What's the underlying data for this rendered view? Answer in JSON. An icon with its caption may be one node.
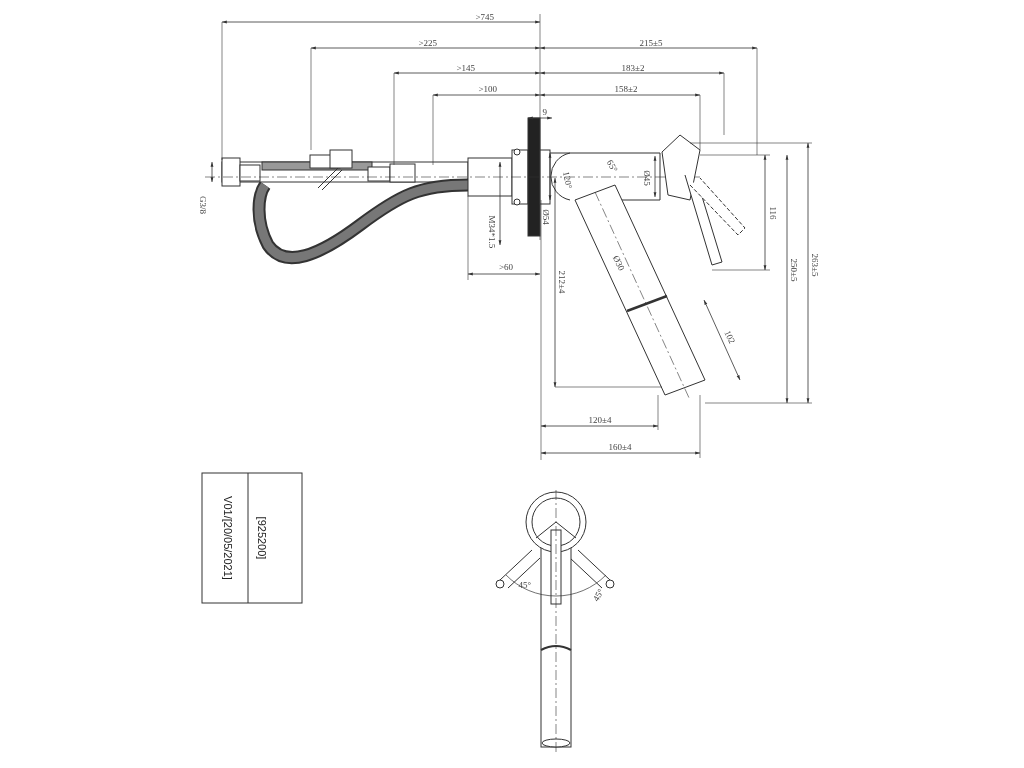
{
  "diagram": {
    "labels": [
      ">745",
      ">225",
      "215±5",
      ">145",
      "183±2",
      ">100",
      "158±2",
      "9",
      "G3/8",
      "M34*1.5",
      ">60",
      "Ø54",
      "120°",
      "65°",
      "Ø45",
      "Ø30",
      "212±4",
      "116",
      "250±5",
      "263±5",
      "102",
      "120±4",
      "160±4",
      "45°",
      "45°",
      "[925200]",
      "V01/[20/05/2021]"
    ]
  }
}
